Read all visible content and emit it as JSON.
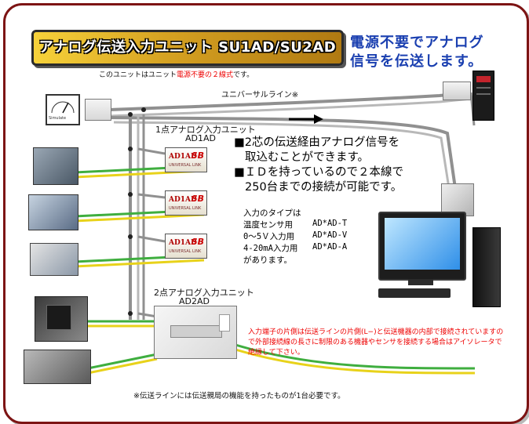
{
  "title": "アナログ伝送入力ユニット SU1AD/SU2AD",
  "headline": {
    "line1": "電源不要でアナログ",
    "line2": "信号を伝送します。"
  },
  "subtitle": {
    "before": "このユニットはユニット",
    "highlight": "電源不要の２線式",
    "after": "です。"
  },
  "universal_line": "ユニバーサルライン※",
  "unit1": {
    "label": "1点アナログ入力ユニット",
    "model": "AD1AD"
  },
  "unit2": {
    "label": "2点アナログ入力ユニット",
    "model": "AD2AD"
  },
  "features": [
    "■2芯の伝送経由アナログ信号を",
    "取込むことができます。",
    "■ＩＤを持っているので２本線で",
    "250台までの接続が可能です。"
  ],
  "input_types": {
    "header": "入力のタイプは",
    "rows": [
      {
        "name": "温度センサ用",
        "code": "AD*AD-T"
      },
      {
        "name": "0〜5Ｖ入力用",
        "code": "AD*AD-V"
      },
      {
        "name": "4-20mA入力用",
        "code": "AD*AD-A"
      }
    ],
    "footer": "があります。"
  },
  "unit_face": {
    "model": "AD1AD",
    "brand": "UNIVERSAL LINK",
    "logo": "SB"
  },
  "device_labels": {
    "meter": "Simulate"
  },
  "note": "入力端子の片側は伝送ラインの片側(L−)と伝送機器の内部で接続されていますので外部接続線の長さに制限のある機器やセンサを接続する場合はアイソレータで絶縁して下さい。",
  "footnote": "※伝送ラインには伝送親局の機能を持ったものが1台必要です。",
  "colors": {
    "frame": "#7d1414",
    "headline": "#1a3fb0",
    "note": "#e00000",
    "wire_green": "#3fae3f",
    "wire_yellow": "#e8d21a",
    "line_gray": "#8a8a8a"
  }
}
